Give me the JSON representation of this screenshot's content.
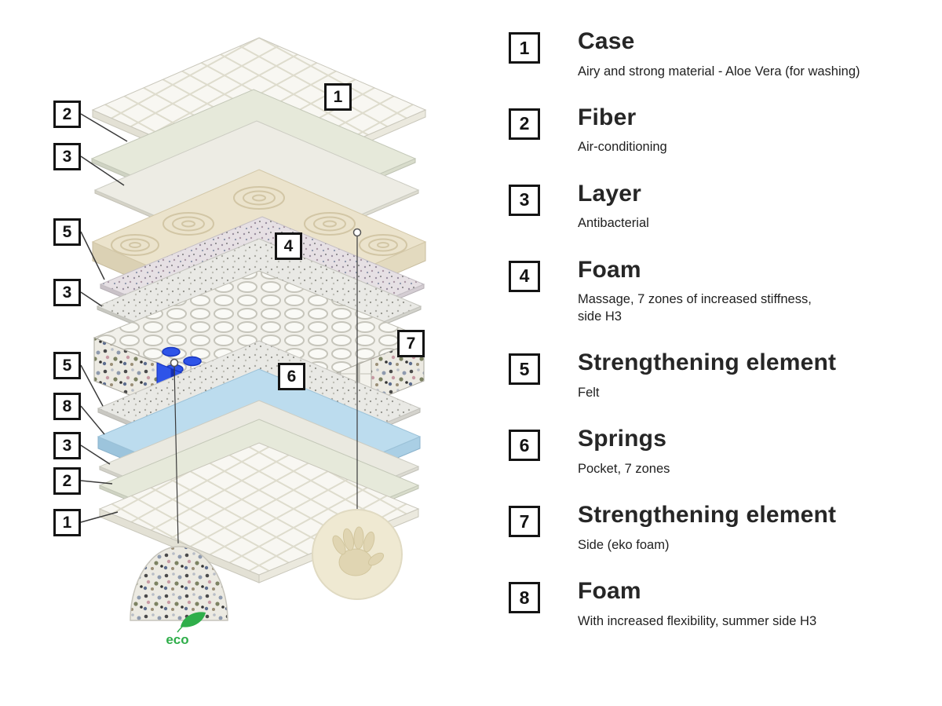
{
  "colors": {
    "eco_green": "#2fae4a",
    "spring_blue": "#2e54e8",
    "foam_blue": "#bcdcee",
    "label_border": "#141414",
    "text": "#262626",
    "background": "#ffffff"
  },
  "diagram": {
    "left_labels": [
      "2",
      "3",
      "5",
      "3",
      "5",
      "8",
      "3",
      "2",
      "1"
    ],
    "layer_labels": {
      "case": "1",
      "foam": "4",
      "side": "7",
      "springs": "6"
    },
    "eco_label": "eco"
  },
  "legend": {
    "items": [
      {
        "num": "1",
        "title": "Case",
        "desc": "Airy and strong material - Aloe Vera (for washing)"
      },
      {
        "num": "2",
        "title": "Fiber",
        "desc": "Air-conditioning"
      },
      {
        "num": "3",
        "title": "Layer",
        "desc": "Antibacterial"
      },
      {
        "num": "4",
        "title": "Foam",
        "desc": "Massage, 7 zones of increased stiffness,\n side H3"
      },
      {
        "num": "5",
        "title": "Strengthening element",
        "desc": "Felt"
      },
      {
        "num": "6",
        "title": "Springs",
        "desc": "Pocket, 7 zones"
      },
      {
        "num": "7",
        "title": "Strengthening element",
        "desc": "Side (eko foam)"
      },
      {
        "num": "8",
        "title": "Foam",
        "desc": "With increased flexibility, summer side H3"
      }
    ]
  }
}
